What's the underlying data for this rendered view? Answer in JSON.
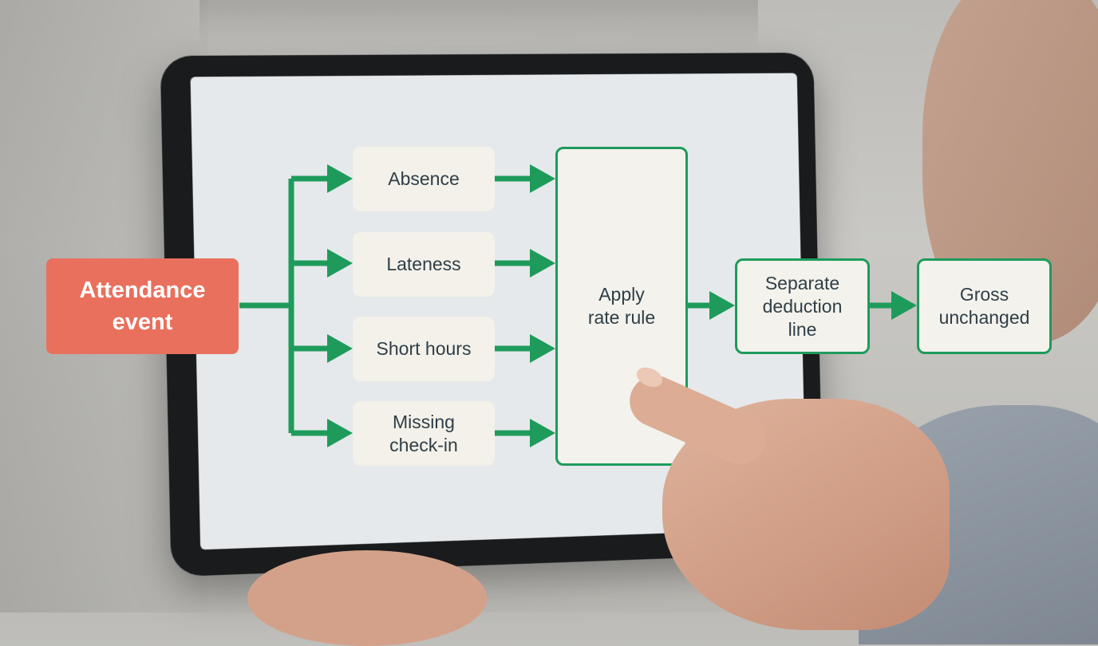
{
  "diagram": {
    "start": "Attendance\nevent",
    "categories": [
      "Absence",
      "Lateness",
      "Short hours",
      "Missing\ncheck-in"
    ],
    "rule": "Apply\nrate rule",
    "deduction": "Separate\ndeduction\nline",
    "result": "Gross\nunchanged"
  },
  "colors": {
    "accent_green": "#1e9b5b",
    "start_coral": "#e9705d",
    "box_fill": "#f3f1ea"
  }
}
